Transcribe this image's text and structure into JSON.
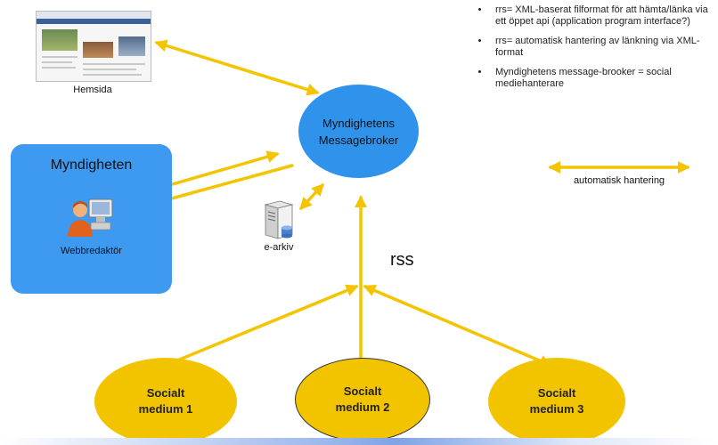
{
  "hemsida": {
    "label": "Hemsida"
  },
  "myndigheten": {
    "title": "Myndigheten",
    "user_label": "Webbredaktör"
  },
  "broker": {
    "line1": "Myndighetens",
    "line2": "Messagebroker"
  },
  "earkiv": {
    "label": "e-arkiv"
  },
  "rss_label": "rss",
  "social": [
    {
      "line1": "Socialt",
      "line2": "medium 1"
    },
    {
      "line1": "Socialt",
      "line2": "medium 2"
    },
    {
      "line1": "Socialt",
      "line2": "medium 3"
    }
  ],
  "notes": [
    "rrs= XML-baserat filformat för att hämta/länka via ett öppet api (application program interface?)",
    "rrs= automatisk hantering av länkning via XML-format",
    "Myndighetens message-brooker = social mediehanterare"
  ],
  "legend": {
    "label": "automatisk hantering"
  },
  "colors": {
    "arrow": "#f5c400",
    "broker": "#2f93ec",
    "box": "#3d9af0",
    "ellipse": "#f2c400"
  }
}
